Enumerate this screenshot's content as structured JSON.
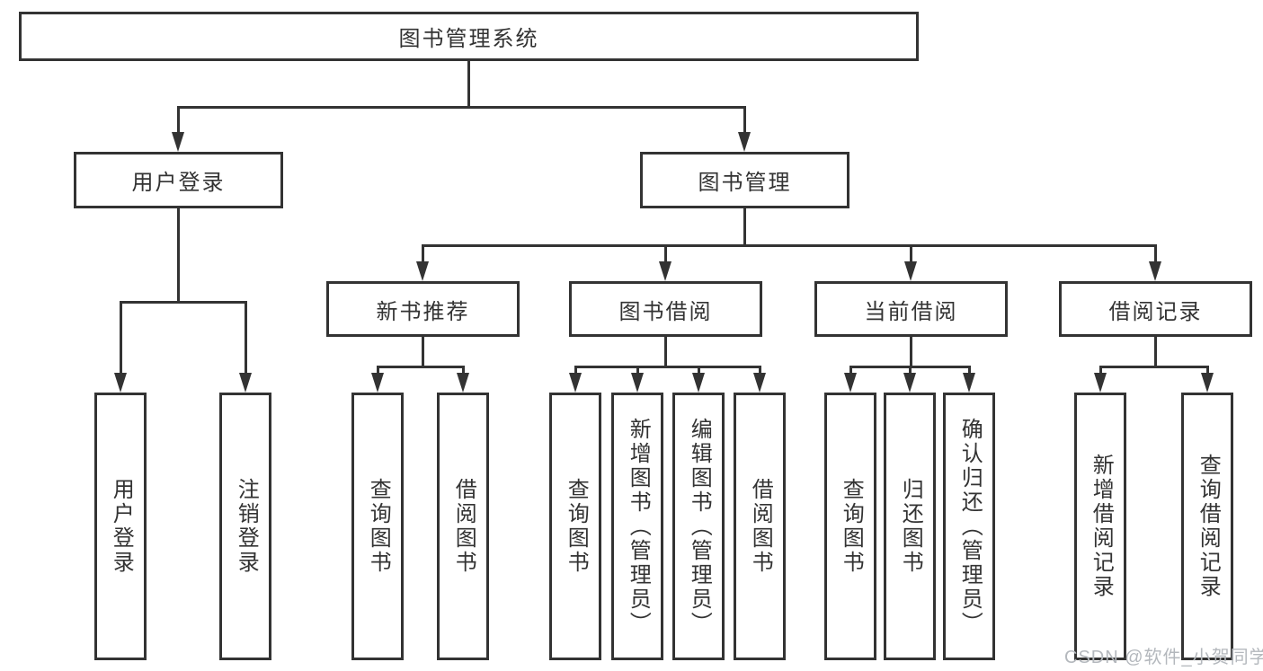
{
  "diagram": {
    "root": {
      "label": "图书管理系统"
    },
    "level2": [
      {
        "label": "用户登录"
      },
      {
        "label": "图书管理"
      }
    ],
    "level3": [
      {
        "label": "新书推荐",
        "parent": "图书管理"
      },
      {
        "label": "图书借阅",
        "parent": "图书管理"
      },
      {
        "label": "当前借阅",
        "parent": "图书管理"
      },
      {
        "label": "借阅记录",
        "parent": "图书管理"
      }
    ],
    "leaves": [
      {
        "label": "用户登录",
        "parent": "用户登录"
      },
      {
        "label": "注销登录",
        "parent": "用户登录"
      },
      {
        "label": "查询图书",
        "parent": "新书推荐"
      },
      {
        "label": "借阅图书",
        "parent": "新书推荐"
      },
      {
        "label": "查询图书",
        "parent": "图书借阅"
      },
      {
        "label": "新增图书（管理员）",
        "parent": "图书借阅"
      },
      {
        "label": "编辑图书（管理员）",
        "parent": "图书借阅"
      },
      {
        "label": "借阅图书",
        "parent": "图书借阅"
      },
      {
        "label": "查询图书",
        "parent": "当前借阅"
      },
      {
        "label": "归还图书",
        "parent": "当前借阅"
      },
      {
        "label": "确认归还（管理员）",
        "parent": "当前借阅"
      },
      {
        "label": "新增借阅记录",
        "parent": "借阅记录"
      },
      {
        "label": "查询借阅记录",
        "parent": "借阅记录"
      }
    ],
    "watermark": "CSDN @软件_小贺同学",
    "colors": {
      "line": "#333333",
      "text": "#333333",
      "watermark": "#b4b8bd",
      "background": "#ffffff"
    }
  }
}
